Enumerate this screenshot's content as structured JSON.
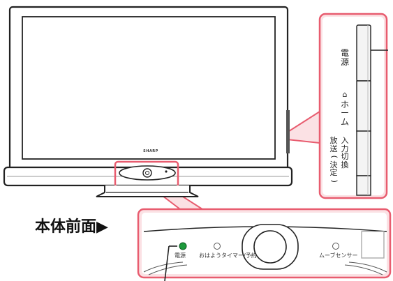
{
  "side_panel": {
    "power_label": "電源",
    "home_icon": "house-icon",
    "home_label": "ホーム",
    "input_label": "入力切換",
    "broadcast_label": "放送(決定)"
  },
  "tv": {
    "brand": "SHARP"
  },
  "front_panel": {
    "heading": "本体前面▶",
    "power_led_label": "電源",
    "timer_label": "おはようタイマー/予約",
    "motion_sensor_label": "ムーブセンサー"
  },
  "colors": {
    "callout_pink": "#e85c6f",
    "callout_fill": "#fbe1e4",
    "power_led": "#1d9a3c"
  }
}
